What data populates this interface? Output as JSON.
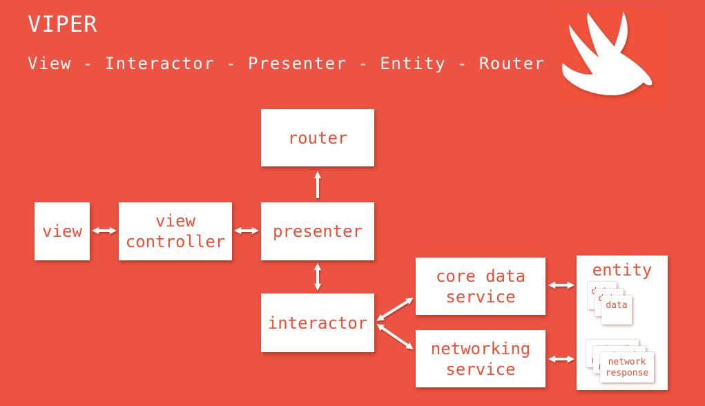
{
  "slide": {
    "title": "VIPER",
    "subtitle": "View - Interactor - Presenter - Entity - Router"
  },
  "logo": {
    "icon": "swift-bird-icon"
  },
  "diagram": {
    "router": {
      "label": "router"
    },
    "view": {
      "label": "view"
    },
    "view_controller": {
      "label": "view\ncontroller"
    },
    "presenter": {
      "label": "presenter"
    },
    "interactor": {
      "label": "interactor"
    },
    "core_data_service": {
      "label": "core data\nservice"
    },
    "networking_service": {
      "label": "networking\nservice"
    },
    "entity": {
      "label": "entity",
      "data_card": "data",
      "network_card": "network\nresponse"
    }
  },
  "connections": [
    {
      "from": "view",
      "to": "view_controller",
      "type": "bidirectional"
    },
    {
      "from": "view_controller",
      "to": "presenter",
      "type": "bidirectional"
    },
    {
      "from": "presenter",
      "to": "router",
      "type": "one-way"
    },
    {
      "from": "presenter",
      "to": "interactor",
      "type": "bidirectional"
    },
    {
      "from": "interactor",
      "to": "core_data_service",
      "type": "bidirectional"
    },
    {
      "from": "interactor",
      "to": "networking_service",
      "type": "bidirectional"
    },
    {
      "from": "core_data_service",
      "to": "entity",
      "type": "bidirectional"
    },
    {
      "from": "networking_service",
      "to": "entity",
      "type": "bidirectional"
    }
  ],
  "colors": {
    "background": "#ED5342",
    "logo_square": "#F0523C",
    "box_fill": "#FFFFFF",
    "box_text": "#EF4E36",
    "arrow": "#FFFFFF",
    "heading_text": "#FFFFFF"
  }
}
